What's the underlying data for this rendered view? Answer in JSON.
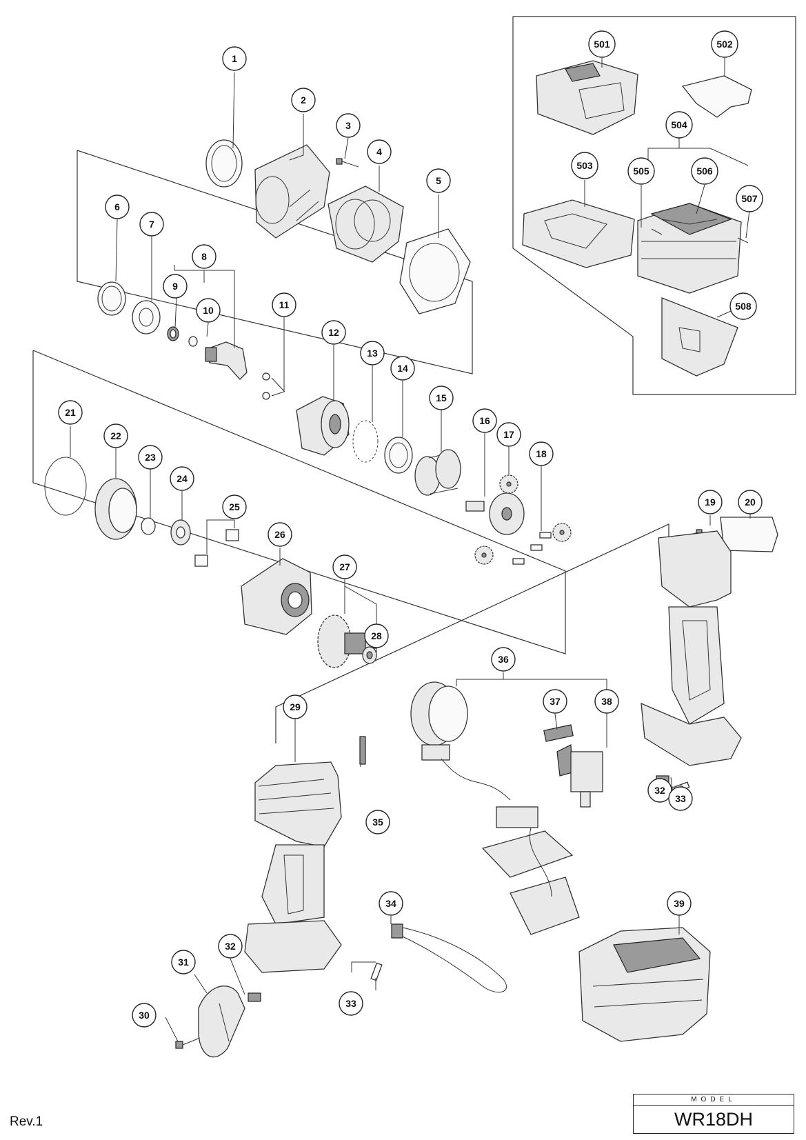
{
  "diagram": {
    "callouts": [
      {
        "label": "1"
      },
      {
        "label": "2"
      },
      {
        "label": "3"
      },
      {
        "label": "4"
      },
      {
        "label": "5"
      },
      {
        "label": "6"
      },
      {
        "label": "7"
      },
      {
        "label": "8"
      },
      {
        "label": "9"
      },
      {
        "label": "10"
      },
      {
        "label": "11"
      },
      {
        "label": "12"
      },
      {
        "label": "13"
      },
      {
        "label": "14"
      },
      {
        "label": "15"
      },
      {
        "label": "16"
      },
      {
        "label": "17"
      },
      {
        "label": "18"
      },
      {
        "label": "19"
      },
      {
        "label": "20"
      },
      {
        "label": "21"
      },
      {
        "label": "22"
      },
      {
        "label": "23"
      },
      {
        "label": "24"
      },
      {
        "label": "25"
      },
      {
        "label": "26"
      },
      {
        "label": "27"
      },
      {
        "label": "28"
      },
      {
        "label": "29"
      },
      {
        "label": "30"
      },
      {
        "label": "31"
      },
      {
        "label": "32"
      },
      {
        "label": "32"
      },
      {
        "label": "33"
      },
      {
        "label": "33"
      },
      {
        "label": "34"
      },
      {
        "label": "35"
      },
      {
        "label": "36"
      },
      {
        "label": "37"
      },
      {
        "label": "38"
      },
      {
        "label": "39"
      },
      {
        "label": "501"
      },
      {
        "label": "502"
      },
      {
        "label": "503"
      },
      {
        "label": "504"
      },
      {
        "label": "505"
      },
      {
        "label": "506"
      },
      {
        "label": "507"
      },
      {
        "label": "508"
      }
    ]
  },
  "footer": {
    "revision": "Rev.1",
    "model_caption": "MODEL",
    "model_name": "WR18DH"
  }
}
